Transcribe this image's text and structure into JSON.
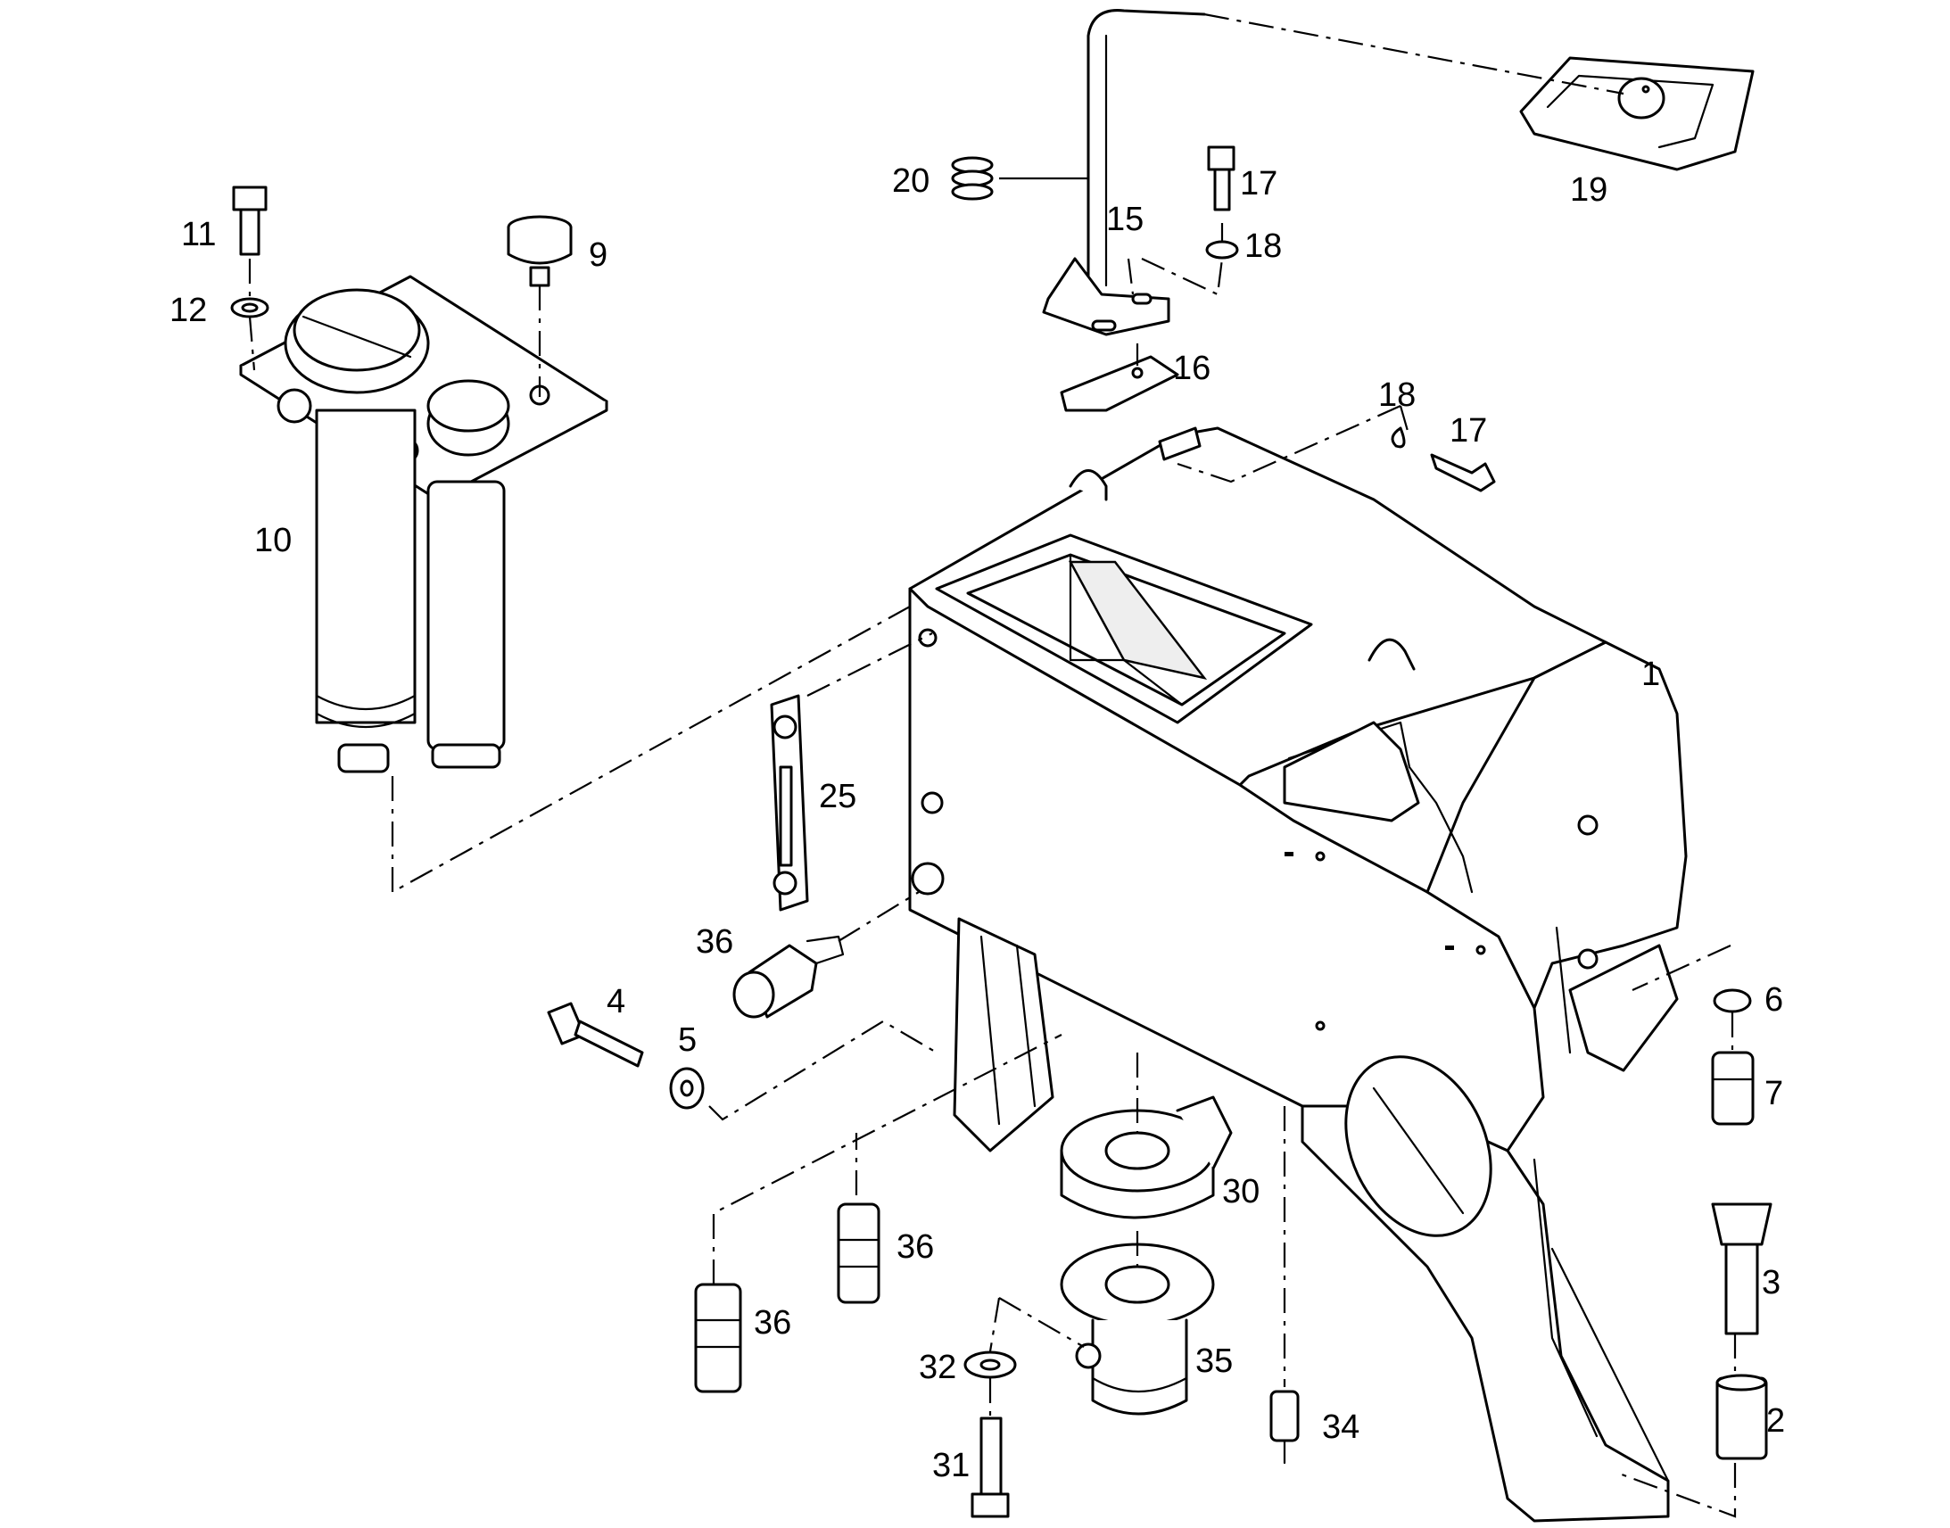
{
  "callouts": [
    {
      "id": "c1",
      "text": "1"
    },
    {
      "id": "c2",
      "text": "2"
    },
    {
      "id": "c3",
      "text": "3"
    },
    {
      "id": "c4",
      "text": "4"
    },
    {
      "id": "c5",
      "text": "5"
    },
    {
      "id": "c6",
      "text": "6"
    },
    {
      "id": "c7",
      "text": "7"
    },
    {
      "id": "c9",
      "text": "9"
    },
    {
      "id": "c10",
      "text": "10"
    },
    {
      "id": "c11",
      "text": "11"
    },
    {
      "id": "c12",
      "text": "12"
    },
    {
      "id": "c15",
      "text": "15"
    },
    {
      "id": "c16",
      "text": "16"
    },
    {
      "id": "c17a",
      "text": "17"
    },
    {
      "id": "c17b",
      "text": "17"
    },
    {
      "id": "c18a",
      "text": "18"
    },
    {
      "id": "c18b",
      "text": "18"
    },
    {
      "id": "c19",
      "text": "19"
    },
    {
      "id": "c20",
      "text": "20"
    },
    {
      "id": "c25",
      "text": "25"
    },
    {
      "id": "c30",
      "text": "30"
    },
    {
      "id": "c31",
      "text": "31"
    },
    {
      "id": "c32",
      "text": "32"
    },
    {
      "id": "c34",
      "text": "34"
    },
    {
      "id": "c35",
      "text": "35"
    },
    {
      "id": "c36a",
      "text": "36"
    },
    {
      "id": "c36b",
      "text": "36"
    },
    {
      "id": "c36c",
      "text": "36"
    }
  ],
  "colors": {
    "line": "#000000",
    "background": "#ffffff"
  }
}
